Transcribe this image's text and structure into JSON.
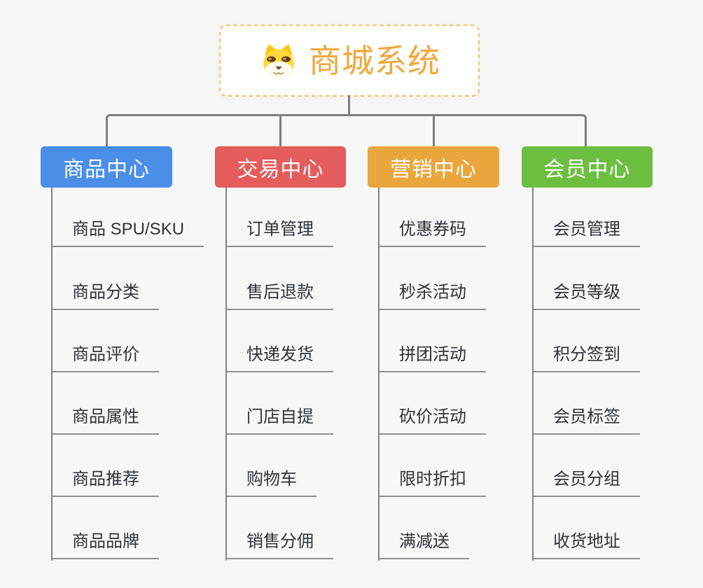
{
  "root": {
    "title": "商城系统",
    "text_color": "#f0a73e",
    "border_color": "#f2c272",
    "icon": "dog-icon"
  },
  "connector_color": "#7e7e7e",
  "branches": [
    {
      "label": "商品中心",
      "color": "#4a8ee8",
      "items": [
        "商品 SPU/SKU",
        "商品分类",
        "商品评价",
        "商品属性",
        "商品推荐",
        "商品品牌"
      ]
    },
    {
      "label": "交易中心",
      "color": "#e45c5c",
      "items": [
        "订单管理",
        "售后退款",
        "快递发货",
        "门店自提",
        "购物车",
        "销售分佣"
      ]
    },
    {
      "label": "营销中心",
      "color": "#eaa63c",
      "items": [
        "优惠券码",
        "秒杀活动",
        "拼团活动",
        "砍价活动",
        "限时折扣",
        "满减送"
      ]
    },
    {
      "label": "会员中心",
      "color": "#6cbe41",
      "items": [
        "会员管理",
        "会员等级",
        "积分签到",
        "会员标签",
        "会员分组",
        "收货地址"
      ]
    }
  ]
}
